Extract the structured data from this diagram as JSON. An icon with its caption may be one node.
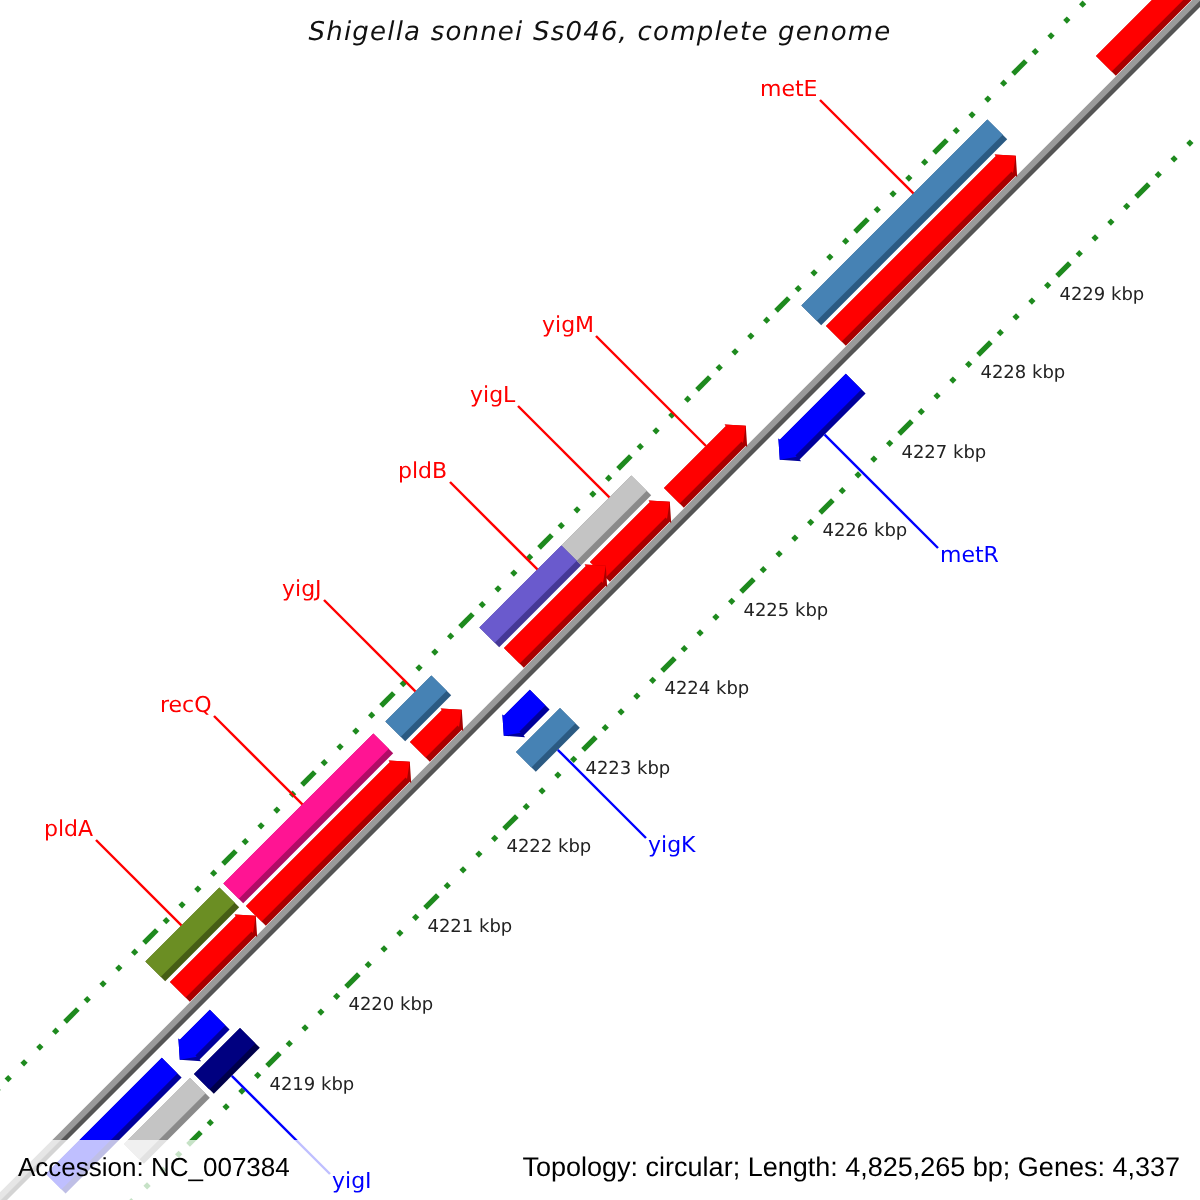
{
  "diagram": {
    "title": "Shigella sonnei Ss046, complete genome",
    "nodes": [
      {
        "text": [
          "metE"
        ]
      },
      {
        "text": [
          "yigM"
        ]
      },
      {
        "text": [
          "yigL"
        ]
      },
      {
        "text": [
          "pldB"
        ]
      },
      {
        "text": [
          "metR"
        ]
      },
      {
        "text": [
          "yigJ"
        ]
      },
      {
        "text": [
          "recQ"
        ]
      },
      {
        "text": [
          "pldA"
        ]
      },
      {
        "text": [
          "yigK"
        ]
      },
      {
        "text": [
          "yigI"
        ]
      },
      {
        "text": [],
        "shape": "bar"
      },
      {
        "text": [],
        "shape": "arrow"
      },
      {
        "text": [],
        "shape": "bar"
      },
      {
        "text": [],
        "shape": "bar"
      },
      {
        "text": [],
        "shape": "arrow"
      },
      {
        "text": [],
        "shape": "bar"
      },
      {
        "text": [],
        "shape": "bar"
      },
      {
        "text": [],
        "shape": "bar"
      },
      {
        "text": [],
        "shape": "bar"
      },
      {
        "text": [],
        "shape": "bar"
      },
      {
        "text": [],
        "shape": "arrow"
      },
      {
        "text": [],
        "shape": "arrow"
      },
      {
        "text": [],
        "shape": "arrow"
      },
      {
        "text": [],
        "shape": "arrow"
      },
      {
        "text": [],
        "shape": "arrow"
      },
      {
        "text": [],
        "shape": "arrow"
      },
      {
        "text": [],
        "shape": "arrow"
      },
      {
        "text": [],
        "shape": "arrow"
      },
      {
        "text": [],
        "shape": "arrow"
      },
      {
        "text": [],
        "shape": "bar"
      },
      {
        "text": [],
        "shape": "bar"
      }
    ],
    "edges": [
      {
        "from": 0,
        "to": 10,
        "arrow": "none"
      },
      {
        "from": 1,
        "to": 11,
        "arrow": "none"
      },
      {
        "from": 2,
        "to": 12,
        "arrow": "none"
      },
      {
        "from": 3,
        "to": 13,
        "arrow": "none"
      },
      {
        "from": 4,
        "to": 14,
        "arrow": "none",
        "color": "#0000ff"
      },
      {
        "from": 5,
        "to": 15,
        "arrow": "none"
      },
      {
        "from": 6,
        "to": 16,
        "arrow": "none"
      },
      {
        "from": 7,
        "to": 17,
        "arrow": "none"
      },
      {
        "from": 8,
        "to": 18,
        "arrow": "none",
        "color": "#0000ff"
      },
      {
        "from": 9,
        "to": 19,
        "arrow": "none",
        "color": "#0000ff"
      }
    ],
    "labels": [
      "4229 kbp",
      "4228 kbp",
      "4227 kbp",
      "4226 kbp",
      "4225 kbp",
      "4224 kbp",
      "4223 kbp",
      "4222 kbp",
      "4221 kbp",
      "4220 kbp",
      "4219 kbp",
      "Accession: NC_007384",
      "Topology: circular; Length: 4,825,265 bp; Genes: 4,337"
    ]
  }
}
